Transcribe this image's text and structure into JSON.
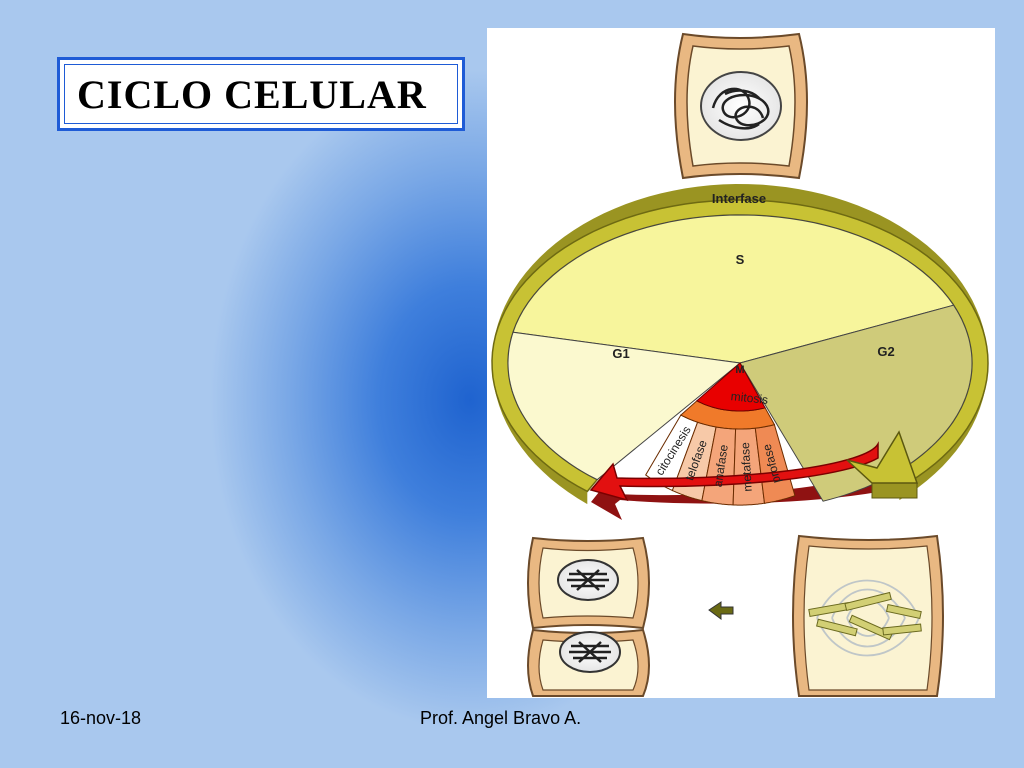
{
  "slide": {
    "title": "CICLO  CELULAR",
    "footer_date": "16-nov-18",
    "footer_author": "Prof.  Angel Bravo A."
  },
  "cycle": {
    "ring_label": "Interfase",
    "sectors": {
      "s": "S",
      "g1": "G1",
      "g2": "G2",
      "m": "M"
    },
    "mitosis_label": "mitosis",
    "mitosis_phases": [
      "citocinesis",
      "telofase",
      "anafase",
      "metafase",
      "profase"
    ]
  },
  "colors": {
    "ring": "#c8c234",
    "sector_s": "#f7f59c",
    "sector_g1": "#fbf9cf",
    "sector_g2": "#cfcb7a",
    "m_center": "#e80000",
    "mitosis_band": "#f07a2a",
    "phase_light": "#f7c9a8",
    "phase_mid": "#f4a57a",
    "phase_dark": "#ef8a54",
    "arrow_red": "#e21010",
    "cell_fill": "#fbf3d2",
    "cell_border": "#e9b882",
    "chromosome": "#d2cf74"
  },
  "icons": {
    "back_arrow": "left-arrow-icon"
  }
}
